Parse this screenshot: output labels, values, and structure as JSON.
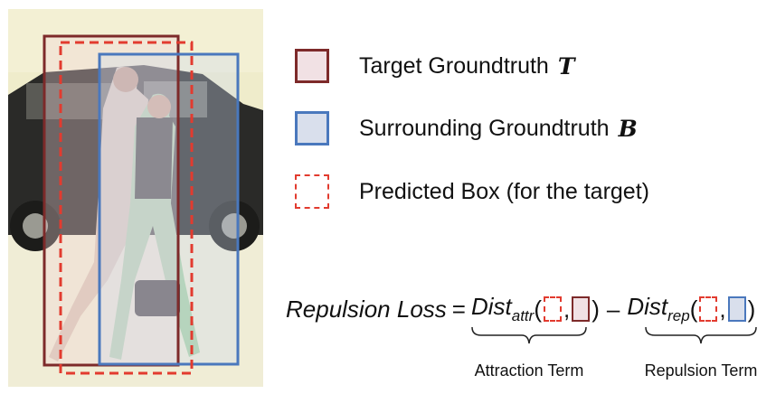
{
  "legend": {
    "target": {
      "label": "Target Groundtruth",
      "symbol": "T"
    },
    "surrounding": {
      "label": "Surrounding Groundtruth",
      "symbol": "B"
    },
    "predicted": {
      "label": "Predicted Box (for the target)"
    }
  },
  "equation": {
    "lhs": "Repulsion Loss",
    "equals": "=",
    "dist": "Dist",
    "attr_sub": "attr",
    "rep_sub": "rep",
    "minus": "–",
    "open_paren": "(",
    "close_paren": ")",
    "comma": ","
  },
  "terms": {
    "attraction": "Attraction Term",
    "repulsion": "Repulsion Term"
  },
  "colors": {
    "target_border": "#7d2a2a",
    "target_fill": "#f1e1e4",
    "surrounding_border": "#4a78bd",
    "surrounding_fill": "#d9dfec",
    "predicted_border": "#e23b2f"
  }
}
